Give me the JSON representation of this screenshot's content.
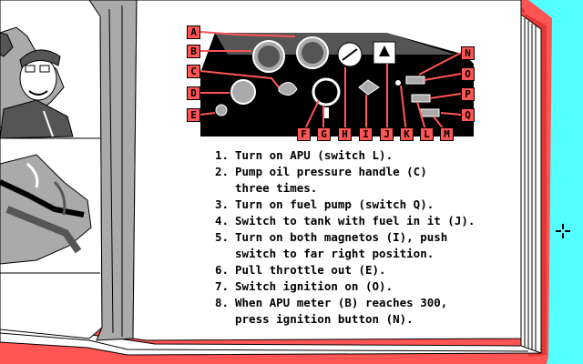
{
  "manual": {
    "callouts": [
      "A",
      "B",
      "C",
      "D",
      "E",
      "F",
      "G",
      "H",
      "I",
      "J",
      "K",
      "L",
      "M",
      "N",
      "O",
      "P",
      "Q"
    ],
    "instructions": [
      {
        "num": "1.",
        "lines": [
          "Turn on APU (switch L)."
        ]
      },
      {
        "num": "2.",
        "lines": [
          "Pump oil pressure handle (C)",
          "three times."
        ]
      },
      {
        "num": "3.",
        "lines": [
          "Turn on fuel pump (switch Q)."
        ]
      },
      {
        "num": "4.",
        "lines": [
          "Switch to tank with fuel in it (J)."
        ]
      },
      {
        "num": "5.",
        "lines": [
          "Turn on both magnetos (I), push",
          "switch to far right position."
        ]
      },
      {
        "num": "6.",
        "lines": [
          "Pull throttle out (E)."
        ]
      },
      {
        "num": "7.",
        "lines": [
          "Switch ignition on (O)."
        ]
      },
      {
        "num": "8.",
        "lines": [
          "When APU meter (B) reaches 300,",
          "press ignition button (N)."
        ]
      }
    ]
  },
  "colors": {
    "background": "#55ffff",
    "book_cover": "#ff5555",
    "page": "#ffffff",
    "ink": "#000000",
    "shade": "#aaaaaa"
  },
  "icons": {
    "cursor": "crosshair-icon",
    "illustration": "pilot-portrait-icon",
    "illustration_2": "biplane-illustration-icon"
  }
}
